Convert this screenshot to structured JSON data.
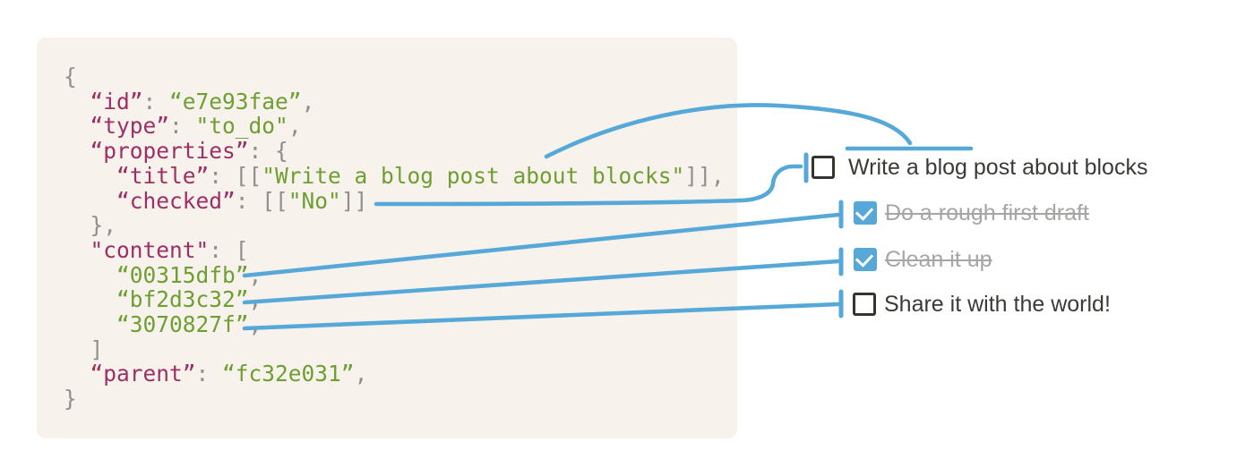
{
  "code_block": {
    "language": "json",
    "lines": [
      [
        [
          "p",
          "{"
        ]
      ],
      [
        [
          "p",
          "  "
        ],
        [
          "k",
          "“id”"
        ],
        [
          "p",
          ": "
        ],
        [
          "s",
          "“e7e93fae”"
        ],
        [
          "p",
          ","
        ]
      ],
      [
        [
          "p",
          "  "
        ],
        [
          "k",
          "“type”"
        ],
        [
          "p",
          ": "
        ],
        [
          "s",
          "\"to_do\""
        ],
        [
          "p",
          ","
        ]
      ],
      [
        [
          "p",
          "  "
        ],
        [
          "k",
          "“properties”"
        ],
        [
          "p",
          ": {"
        ]
      ],
      [
        [
          "p",
          "    "
        ],
        [
          "k",
          "“title”"
        ],
        [
          "p",
          ": [["
        ],
        [
          "s",
          "\"Write a blog post about blocks\""
        ],
        [
          "p",
          "]],"
        ]
      ],
      [
        [
          "p",
          "    "
        ],
        [
          "k",
          "“checked”"
        ],
        [
          "p",
          ": [["
        ],
        [
          "s",
          "\"No\""
        ],
        [
          "p",
          "]]"
        ]
      ],
      [
        [
          "p",
          "  },"
        ]
      ],
      [
        [
          "p",
          "  "
        ],
        [
          "k",
          "\"content\""
        ],
        [
          "p",
          ": ["
        ]
      ],
      [
        [
          "p",
          "    "
        ],
        [
          "s",
          "“00315dfb”"
        ],
        [
          "p",
          ","
        ]
      ],
      [
        [
          "p",
          "    "
        ],
        [
          "s",
          "“bf2d3c32”"
        ],
        [
          "p",
          ","
        ]
      ],
      [
        [
          "p",
          "    "
        ],
        [
          "s",
          "“3070827f”"
        ],
        [
          "p",
          ","
        ]
      ],
      [
        [
          "p",
          "  ]"
        ]
      ],
      [
        [
          "p",
          "  "
        ],
        [
          "k",
          "“parent”"
        ],
        [
          "p",
          ": "
        ],
        [
          "s",
          "“fc32e031”"
        ],
        [
          "p",
          ","
        ]
      ],
      [
        [
          "p",
          "}"
        ]
      ]
    ]
  },
  "todo_list": {
    "items": [
      {
        "label": "Write a blog post about blocks",
        "checked": false,
        "strikethrough": false
      },
      {
        "label": "Do a rough first draft",
        "checked": true,
        "strikethrough": true
      },
      {
        "label": "Clean it up",
        "checked": true,
        "strikethrough": true
      },
      {
        "label": "Share it with the world!",
        "checked": false,
        "strikethrough": false
      }
    ]
  },
  "annotations": [
    {
      "from": "properties.title value",
      "to": "item 1 text underline"
    },
    {
      "from": "properties.checked value",
      "to": "item 1 checkbox"
    },
    {
      "from": "content id 00315dfb",
      "to": "item 2"
    },
    {
      "from": "content id bf2d3c32",
      "to": "item 3"
    },
    {
      "from": "content id 3070827f",
      "to": "item 4"
    }
  ],
  "colors": {
    "page_bg": "#ffffff",
    "code_bg": "#f7f3ec",
    "code_key": "#9e2f66",
    "code_str": "#6f9e33",
    "code_punc": "#8f8f8f",
    "accent": "#55a8d8",
    "dark": "#35342f",
    "dark_text": "#3b3a37",
    "gray_text": "#a7a6a4"
  }
}
